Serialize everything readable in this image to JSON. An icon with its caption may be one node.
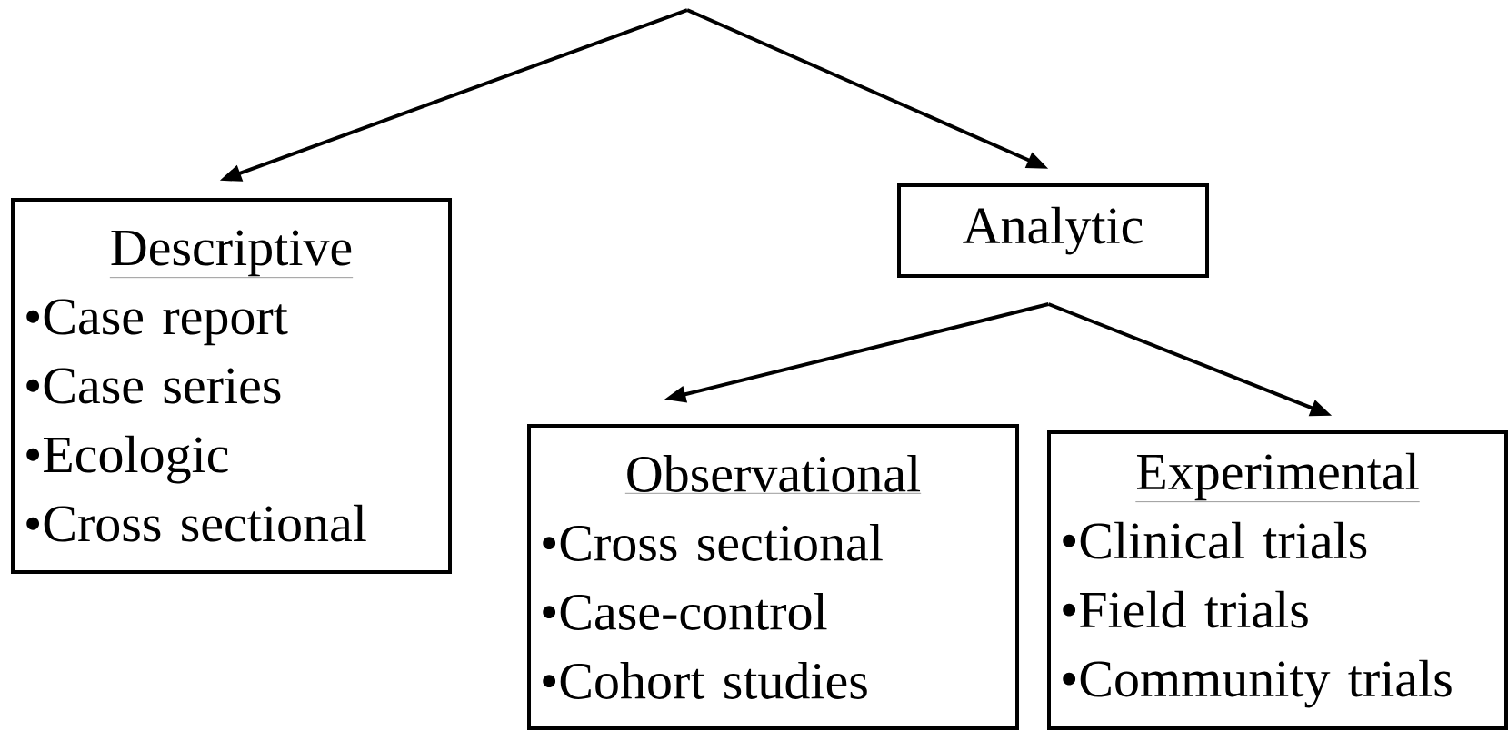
{
  "diagram": {
    "nodes": [
      {
        "text": [
          "Descriptive",
          "•Case report",
          "•Case series",
          "•Ecologic",
          "•Cross sectional"
        ]
      },
      {
        "text": [
          "Analytic"
        ]
      },
      {
        "text": [
          "Observational",
          "•Cross sectional",
          "•Case-control",
          "•Cohort studies"
        ]
      },
      {
        "text": [
          "Experimental",
          "•Clinical trials",
          "•Field trials",
          "•Community trials"
        ]
      }
    ],
    "edges": [
      {
        "from": null,
        "to": 0,
        "arrow": "to"
      },
      {
        "from": null,
        "to": 1,
        "arrow": "to"
      },
      {
        "from": 1,
        "to": 2,
        "arrow": "to"
      },
      {
        "from": 1,
        "to": 3,
        "arrow": "to"
      }
    ]
  }
}
